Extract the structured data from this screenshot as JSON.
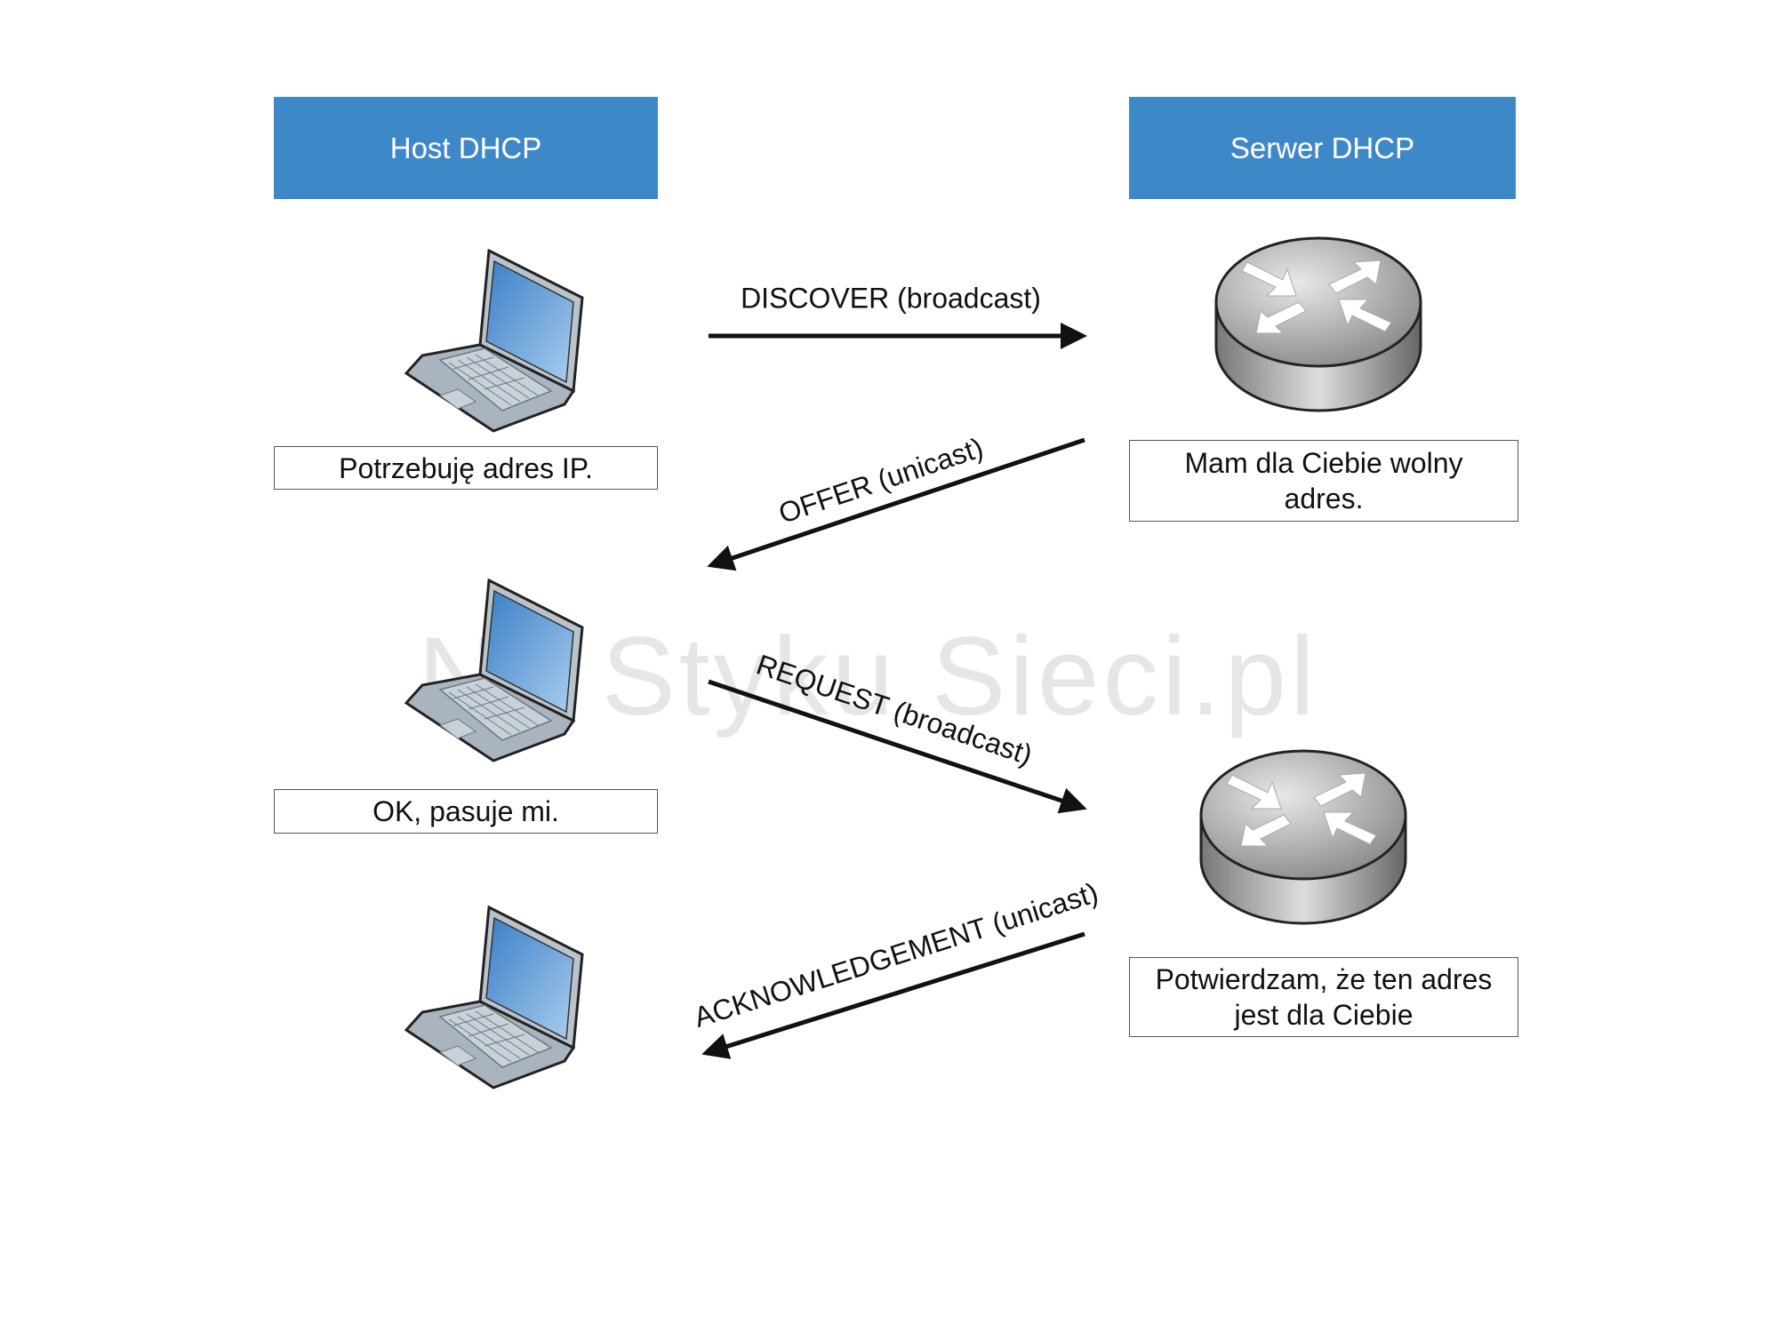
{
  "headers": {
    "host": "Host DHCP",
    "server": "Serwer DHCP"
  },
  "messages": {
    "discover": "DISCOVER (broadcast)",
    "offer": "OFFER (unicast)",
    "request": "REQUEST (broadcast)",
    "ack": "ACKNOWLEDGEMENT (unicast)"
  },
  "notes": {
    "host_need": "Potrzebuję adres IP.",
    "server_offer": "Mam dla Ciebie wolny adres.",
    "host_ok": "OK, pasuje mi.",
    "server_ack": "Potwierdzam, że ten adres jest dla Ciebie"
  },
  "watermark": "Na Styku Sieci.pl",
  "colors": {
    "header": "#3f88c8",
    "arrow": "#111111"
  }
}
